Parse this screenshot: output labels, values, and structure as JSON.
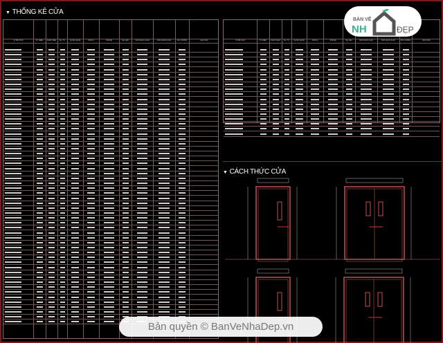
{
  "sections": {
    "schedule_title": "THỐNG KÊ CỬA",
    "elevation_title": "CÁCH THỨC CỬA"
  },
  "left_table": {
    "headers": [
      "VỊ TRÍ CỬA",
      "KÝ HIỆU",
      "CHẤT LIỆU",
      "SL / TL",
      "Tg bền (phút)",
      "Chốt tự",
      "Chốt lật",
      "Tay nắm",
      "Kích thước (LxH)",
      "Kích thước (LxH)",
      "SỐ LƯỢNG",
      "GHI CHÚ"
    ]
  },
  "right_table": {
    "headers": [
      "VỊ TRÍ CỬA",
      "KÝ HIỆU",
      "CHẤT LIỆU",
      "SL / TL",
      "Tg bền (phút)",
      "Chốt tự",
      "Chốt lật",
      "Tay nắm",
      "Kích thước (LxH)",
      "Kích thước (LxH)",
      "SỐ LƯỢNG",
      "GHI CHÚ"
    ]
  },
  "logo": {
    "line1": "BẢN VẼ",
    "line2": "NH",
    "line3": "ĐẸP"
  },
  "watermark": "Bản quyền © BanVeNhaDep.vn",
  "colors": {
    "frame": "#7a1c1c",
    "door": "#c0504d",
    "grid": "#8a6a6a"
  }
}
